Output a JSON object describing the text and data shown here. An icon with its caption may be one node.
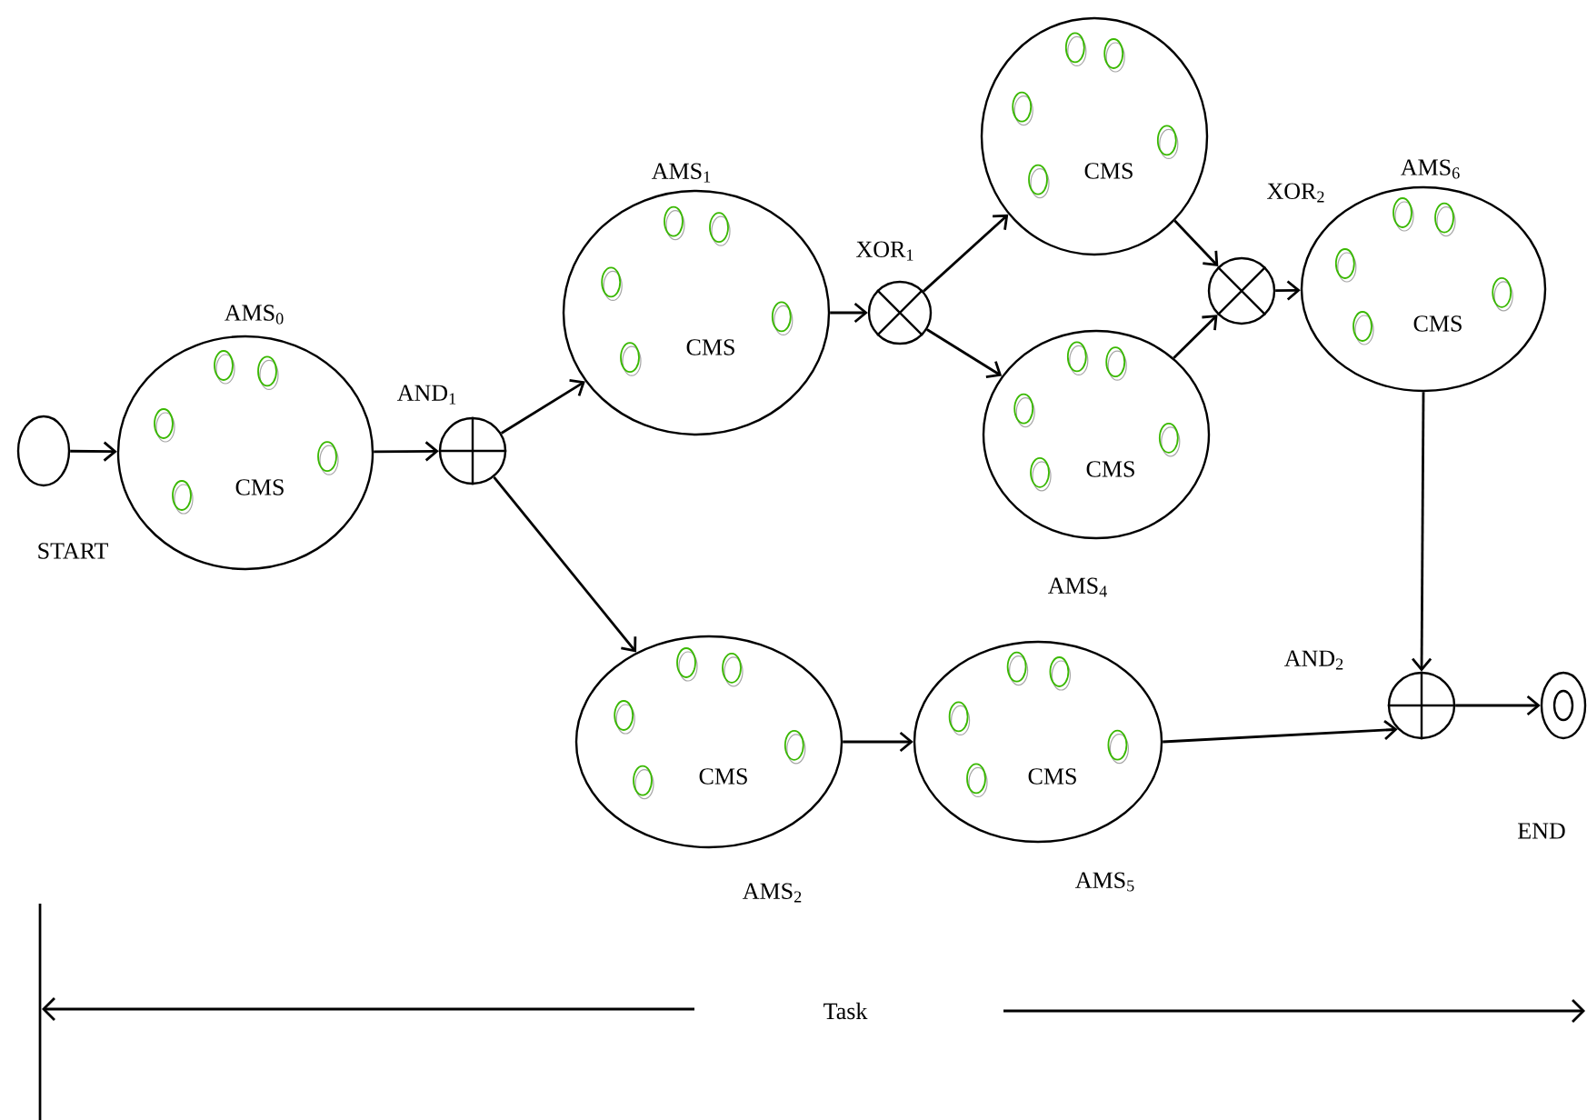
{
  "diagram": {
    "nodes": [
      {
        "text": [
          "START"
        ]
      },
      {
        "text": [
          "AMS$_{0}$",
          "CMS"
        ]
      },
      {
        "text": [
          "AND$_{1}$"
        ]
      },
      {
        "text": [
          "AMS$_{1}$",
          "CMS"
        ]
      },
      {
        "text": [
          "XOR$_{1}$"
        ]
      },
      {
        "text": [
          "CMS"
        ]
      },
      {
        "text": [
          "CMS",
          "AMS$_{4}$"
        ]
      },
      {
        "text": [
          "XOR$_{2}$"
        ]
      },
      {
        "text": [
          "AMS$_{6}$",
          "CMS"
        ]
      },
      {
        "text": [
          "CMS",
          "AMS$_{2}$"
        ]
      },
      {
        "text": [
          "CMS",
          "AMS$_{5}$"
        ]
      },
      {
        "text": [
          "AND$_{2}$"
        ]
      },
      {
        "text": [
          "END"
        ]
      }
    ],
    "edges": [
      {
        "from": 0,
        "to": 1,
        "arrow": "to"
      },
      {
        "from": 1,
        "to": 2,
        "arrow": "to"
      },
      {
        "from": 2,
        "to": 3,
        "arrow": "to"
      },
      {
        "from": 2,
        "to": 9,
        "arrow": "to"
      },
      {
        "from": 3,
        "to": 4,
        "arrow": "to"
      },
      {
        "from": 4,
        "to": 5,
        "arrow": "to"
      },
      {
        "from": 4,
        "to": 6,
        "arrow": "to"
      },
      {
        "from": 5,
        "to": 7,
        "arrow": "to"
      },
      {
        "from": 6,
        "to": 7,
        "arrow": "to"
      },
      {
        "from": 7,
        "to": 8,
        "arrow": "to"
      },
      {
        "from": 9,
        "to": 10,
        "arrow": "to"
      },
      {
        "from": 8,
        "to": 11,
        "arrow": "to"
      },
      {
        "from": 10,
        "to": 11,
        "arrow": "to"
      },
      {
        "from": 11,
        "to": 12,
        "arrow": "to"
      }
    ],
    "labels": [
      "Task"
    ]
  }
}
